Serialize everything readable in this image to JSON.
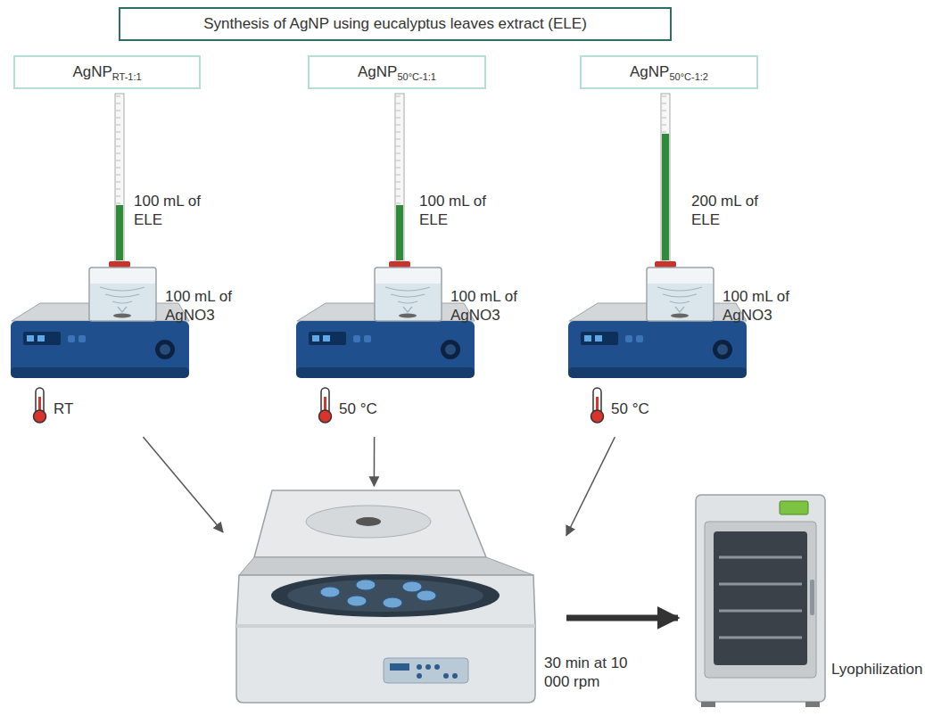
{
  "diagram": {
    "nodes": [
      {
        "text": [
          "Synthesis of AgNP using eucalyptus leaves extract (ELE)"
        ]
      },
      {
        "text": [
          "AgNP",
          "RT-1:1"
        ]
      },
      {
        "text": [
          "AgNP",
          "50°C-1:1"
        ]
      },
      {
        "text": [
          "AgNP",
          "50°C-1:2"
        ]
      },
      {
        "text": [
          "100 mL of ELE",
          "100 mL of AgNO3",
          "RT"
        ]
      },
      {
        "text": [
          "100 mL of ELE",
          "100 mL of AgNO3",
          "50 °C"
        ]
      },
      {
        "text": [
          "200 mL of ELE",
          "100 mL of AgNO3",
          "50 °C"
        ]
      },
      {
        "text": [
          "30 min at 10 000 rpm"
        ]
      },
      {
        "text": [
          "Lyophilization"
        ]
      }
    ],
    "edges": [
      {
        "from": 4,
        "to": 7,
        "arrow": "to"
      },
      {
        "from": 5,
        "to": 7,
        "arrow": "to"
      },
      {
        "from": 6,
        "to": 7,
        "arrow": "to"
      },
      {
        "from": 7,
        "to": 8,
        "arrow": "to"
      }
    ]
  }
}
